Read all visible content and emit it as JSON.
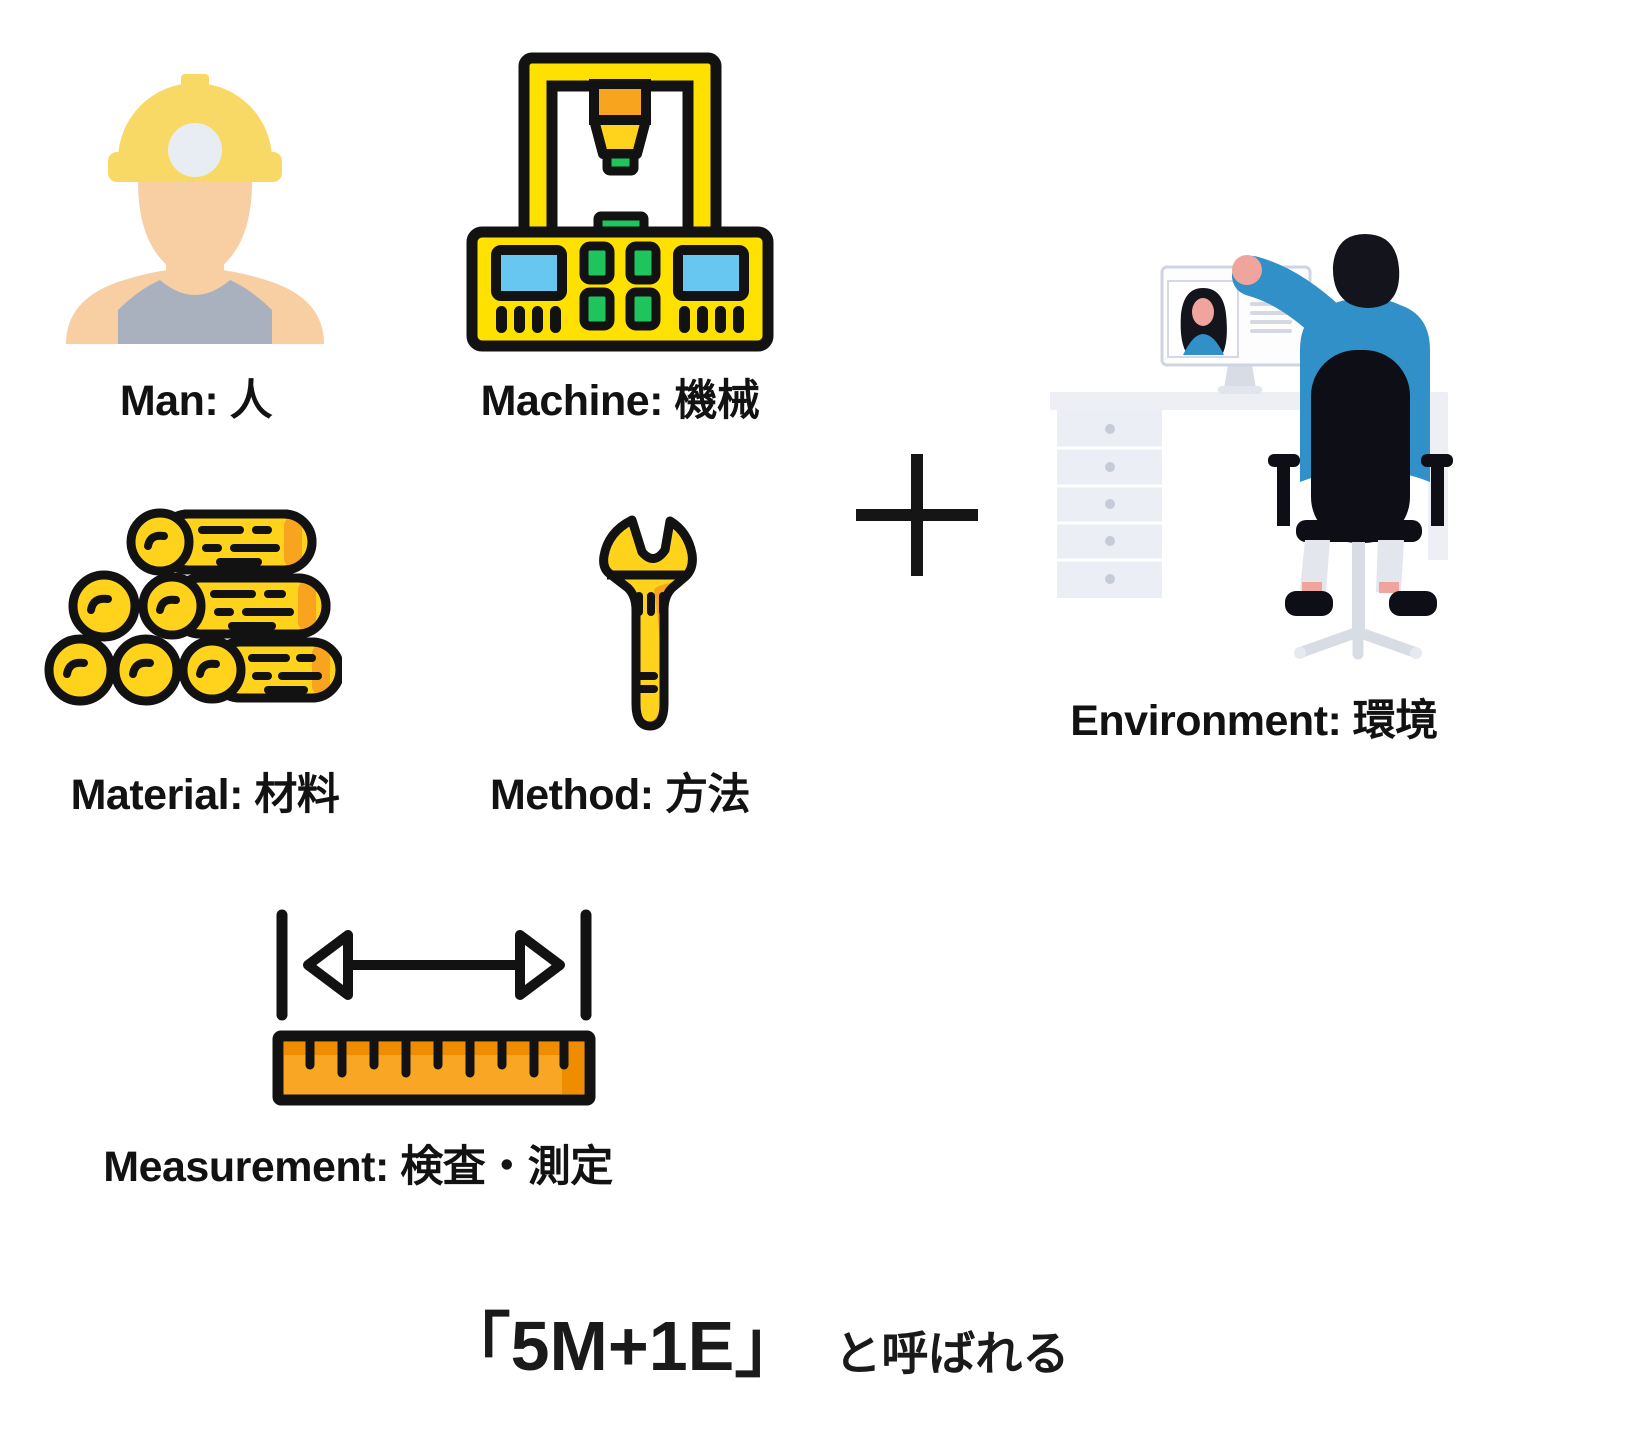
{
  "diagram": {
    "name": "5M+1E",
    "labels": {
      "man": "Man: 人",
      "machine": "Machine: 機械",
      "material": "Material: 材料",
      "method": "Method: 方法",
      "measurement": "Measurement: 検査・測定",
      "environment": "Environment: 環境"
    },
    "plus_sign": "+",
    "footer": {
      "bracketed": "「5M+1E」",
      "suffix": "と呼ばれる"
    },
    "icons": [
      "worker-icon",
      "machine-icon",
      "logs-icon",
      "wrench-icon",
      "ruler-measure-icon",
      "plus-icon",
      "environment-illustration"
    ],
    "colors": {
      "icon_yellow": "#FFD21C",
      "machine_yellow": "#FFE100",
      "shade_orange": "#F9A41F",
      "ruler_orange": "#F9A625",
      "ruler_dark_orange": "#F08C00",
      "green": "#1FC55C",
      "screen_blue": "#67C7F1",
      "outline_black": "#121212",
      "hat_yellow": "#F9D966",
      "skin": "#F8CEA3",
      "shirt_gray": "#A9B1BF",
      "lamp_gray": "#E8EDF3",
      "env_blue": "#3090C7",
      "env_dark": "#14141C",
      "env_light_gray": "#EBEEF4",
      "env_mid_gray": "#D8DCE5",
      "env_pink": "#EFA49E",
      "text_black": "#121212"
    }
  }
}
